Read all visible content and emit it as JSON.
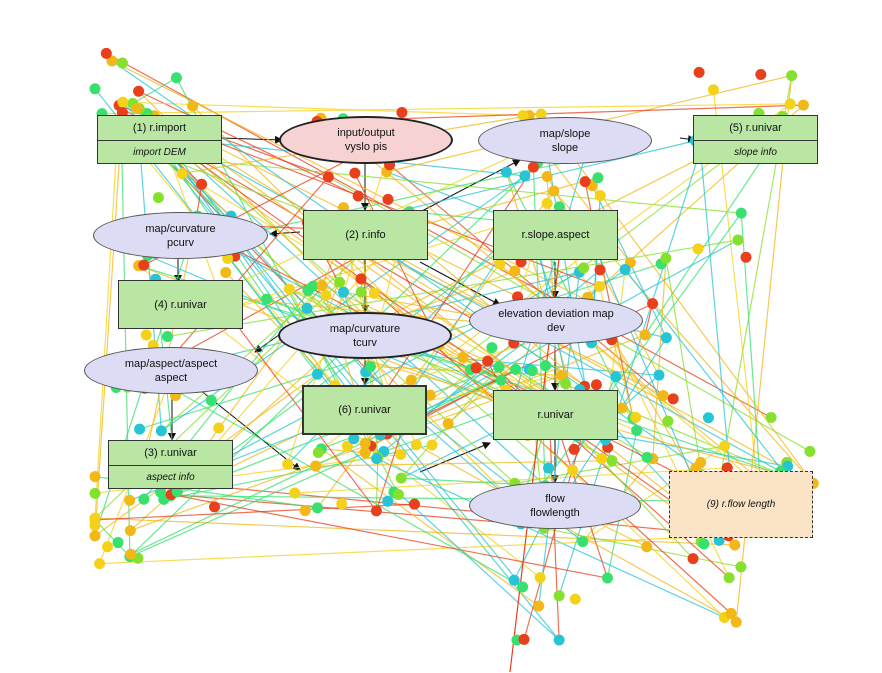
{
  "nodes": [
    {
      "id": "import",
      "shape": "rect",
      "top_label": "(1) r.import",
      "bottom_label": "import DEM"
    },
    {
      "id": "input_output",
      "shape": "ellipse-pink",
      "top_label": "input/output",
      "bottom_label": "vyslo pis"
    },
    {
      "id": "map_slope",
      "shape": "ellipse",
      "top_label": "map/slope",
      "bottom_label": "slope"
    },
    {
      "id": "univar5",
      "shape": "rect",
      "top_label": "(5) r.univar",
      "bottom_label": "slope info"
    },
    {
      "id": "map_curvature",
      "shape": "ellipse",
      "top_label": "map/curvature",
      "bottom_label": "pcurv"
    },
    {
      "id": "step2",
      "shape": "rect",
      "top_label": "(2) r.info",
      "bottom_label": ""
    },
    {
      "id": "step3",
      "shape": "rect",
      "top_label": "r.slope.aspect",
      "bottom_label": ""
    },
    {
      "id": "univar4",
      "shape": "rect",
      "top_label": "(4) r.univar",
      "bottom_label": ""
    },
    {
      "id": "map_tcurv",
      "shape": "ellipse-thick",
      "top_label": "map/curvature",
      "bottom_label": "tcurv"
    },
    {
      "id": "elevation",
      "shape": "ellipse",
      "top_label": "elevation deviation map",
      "bottom_label": "dev"
    },
    {
      "id": "map_aspect",
      "shape": "ellipse",
      "top_label": "map/aspect/aspect",
      "bottom_label": "aspect"
    },
    {
      "id": "univar6",
      "shape": "rect",
      "top_label": "(6) r.univar",
      "bottom_label": ""
    },
    {
      "id": "step7",
      "shape": "rect",
      "top_label": "r.univar",
      "bottom_label": ""
    },
    {
      "id": "aspectinfo",
      "shape": "rect",
      "top_label": "(3) r.univar",
      "bottom_label": "aspect info"
    },
    {
      "id": "flowlength",
      "shape": "ellipse",
      "top_label": "flow",
      "bottom_label": "flowlength"
    },
    {
      "id": "flowbox",
      "shape": "dashed",
      "top_label": "(9) r.flow length",
      "bottom_label": ""
    }
  ],
  "overlay": {
    "colors": {
      "red": "#e8401c",
      "orange": "#f2b818",
      "yellow": "#f5d21a",
      "lime": "#86e02e",
      "green": "#38e070",
      "cyan": "#27c4d6"
    }
  }
}
